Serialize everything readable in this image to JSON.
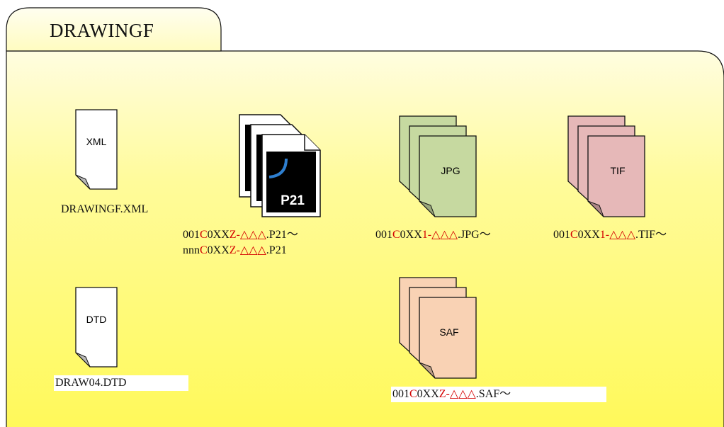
{
  "folder": {
    "title": "DRAWINGF"
  },
  "colors": {
    "folder_fill_top": "#fffde0",
    "folder_fill_bottom": "#fff95a",
    "accent_red": "#d40000",
    "jpg_fill": "#c6d9a0",
    "tif_fill": "#e6b8b8",
    "saf_fill": "#f9d2b4",
    "p21_fill": "#000000"
  },
  "files": {
    "xml": {
      "label": "XML",
      "name": "DRAWINGF.XML",
      "icon": "document-icon"
    },
    "dtd": {
      "label": "DTD",
      "name": "DRAW04.DTD",
      "icon": "document-icon"
    },
    "p21": {
      "label": "P21",
      "icon": "stacked-cad-file-icon",
      "line1": {
        "a": "001",
        "b": "C",
        "c": "0XX",
        "d": "Z-△△△",
        "e": ".P21～"
      },
      "line2": {
        "a": "nnn",
        "b": "C",
        "c": "0XX",
        "d": "Z-△△△",
        "e": ".P21"
      }
    },
    "jpg": {
      "label": "JPG",
      "icon": "stacked-image-file-icon",
      "name": {
        "a": "001",
        "b": "C",
        "c": "0XX",
        "d": "1-△△△",
        "e": ".JPG～"
      }
    },
    "tif": {
      "label": "TIF",
      "icon": "stacked-image-file-icon",
      "name": {
        "a": "001",
        "b": "C",
        "c": "0XX",
        "d": "1-△△△",
        "e": ".TIF～"
      }
    },
    "saf": {
      "label": "SAF",
      "icon": "stacked-file-icon",
      "name": {
        "a": "001",
        "b": "C",
        "c": "0XX",
        "d": "Z-△△△",
        "e": ".SAF～"
      }
    }
  }
}
